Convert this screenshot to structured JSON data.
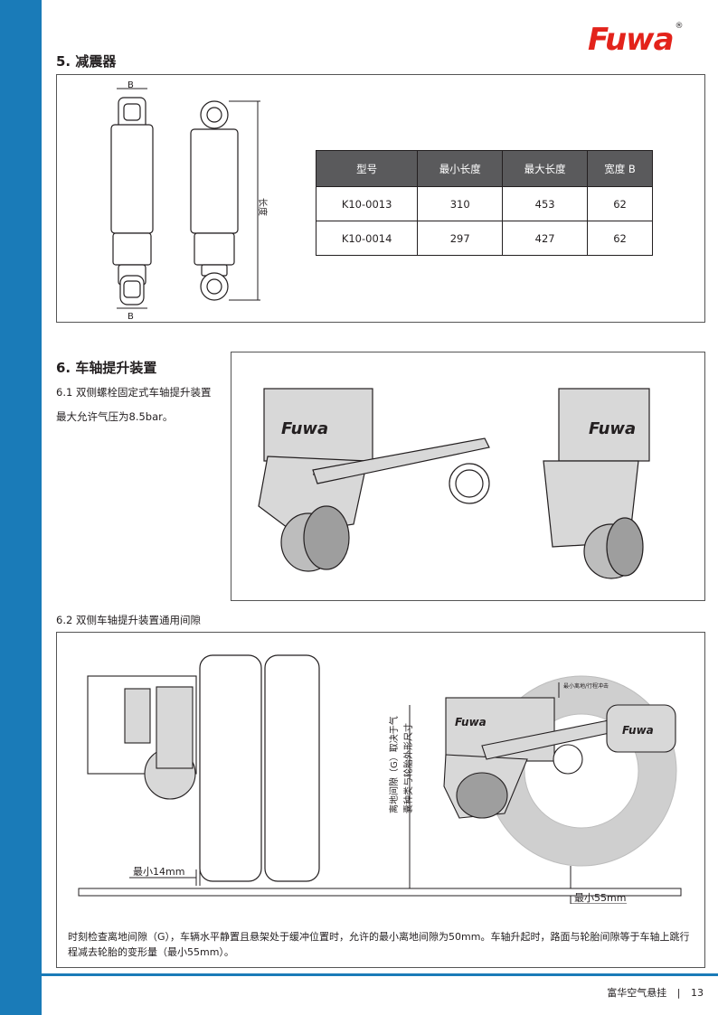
{
  "brand": {
    "logo_text": "Fuwa",
    "reg": "®"
  },
  "section5": {
    "title": "5. 减震器",
    "dim_b_top": "B",
    "dim_b_bottom": "B",
    "dim_length": "长度",
    "table": {
      "headers": [
        "型号",
        "最小长度",
        "最大长度",
        "宽度 B"
      ],
      "rows": [
        [
          "K10-0013",
          "310",
          "453",
          "62"
        ],
        [
          "K10-0014",
          "297",
          "427",
          "62"
        ]
      ]
    }
  },
  "section6": {
    "title": "6. 车轴提升装置",
    "sub1": "6.1  双侧螺栓固定式车轴提升装置",
    "pressure": "最大允许气压为8.5bar。",
    "device_logo": "Fuwa",
    "sub2": "6.2  双侧车轴提升装置通用间隙",
    "min14": "最小14mm",
    "min55": "最小55mm",
    "vertical_label_1": "离地间隙（G）取决于气",
    "vertical_label_2": "囊种类与轮胎外形尺寸",
    "stroke_label": "最小离地/行程冲击",
    "caption": "时刻检查离地间隙（G），车辆水平静置且悬架处于缓冲位置时，允许的最小离地间隙为50mm。车轴升起时，路面与轮胎间隙等于车轴上跳行程减去轮胎的变形量（最小55mm）。"
  },
  "footer": {
    "text": "富华空气悬挂",
    "page": "13"
  },
  "colors": {
    "sidebar": "#1a7bb8",
    "logo_red": "#e3231b",
    "table_header": "#5a5a5c"
  }
}
